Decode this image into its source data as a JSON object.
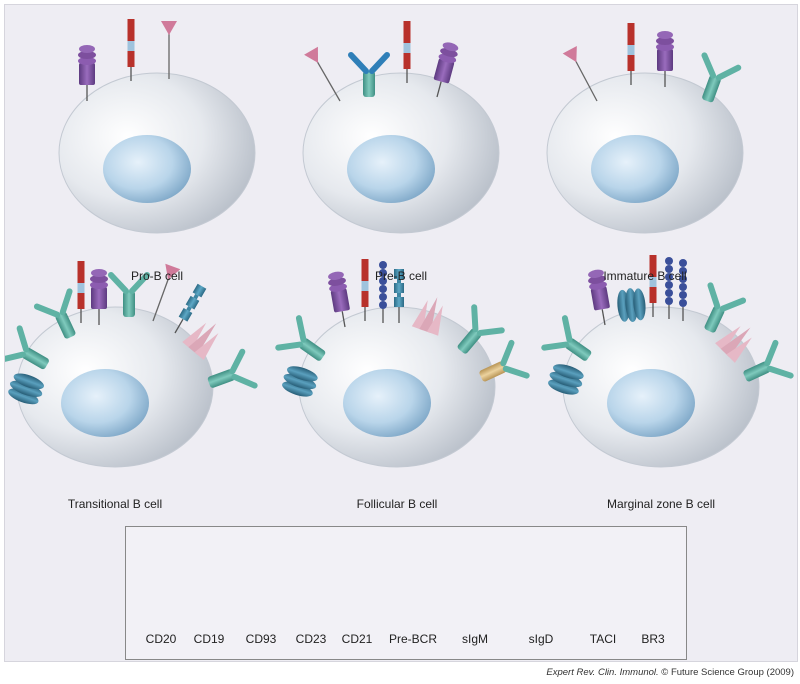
{
  "cells": [
    {
      "name": "Pro-B cell"
    },
    {
      "name": "Pre-B cell"
    },
    {
      "name": "Immature B cell"
    },
    {
      "name": "Transitional B cell"
    },
    {
      "name": "Follicular B cell"
    },
    {
      "name": "Marginal zone B cell"
    }
  ],
  "legend": {
    "items": [
      {
        "label": "CD20",
        "icon": "cd20-icon"
      },
      {
        "label": "CD19",
        "icon": "cd19-icon"
      },
      {
        "label": "CD93",
        "icon": "cd93-icon"
      },
      {
        "label": "CD23",
        "icon": "cd23-icon"
      },
      {
        "label": "CD21",
        "icon": "cd21-icon"
      },
      {
        "label": "Pre-BCR",
        "icon": "pre-bcr-icon"
      },
      {
        "label": "sIgM",
        "icon": "sigm-icon"
      },
      {
        "label": "sIgD",
        "icon": "sigd-icon"
      },
      {
        "label": "TACI",
        "icon": "taci-icon"
      },
      {
        "label": "BR3",
        "icon": "br3-icon"
      }
    ]
  },
  "credit": {
    "journal": "Expert Rev. Clin. Immunol.",
    "rest": " © Future Science Group (2009)"
  },
  "colors": {
    "cd20": "#7d4f9e",
    "cd19_red": "#b8312b",
    "cd19_blue": "#9fc3dd",
    "cd93": "#d07a9a",
    "cd23": "#3f86a3",
    "cd21": "#3a4f9a",
    "pre_bcr": "#2f7fb8",
    "sigm": "#5fb2a4",
    "sigd": "#d9b77a",
    "taci": "#3b7f9c",
    "br3": "#e6b8c6",
    "cell_body": "#d6dce4",
    "nucleus": "#a9c9e3"
  }
}
